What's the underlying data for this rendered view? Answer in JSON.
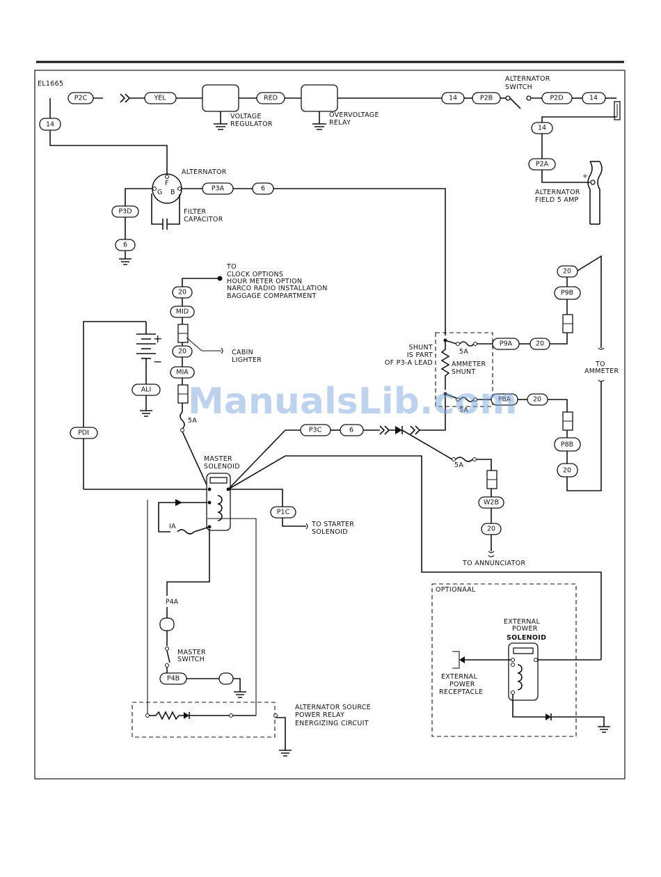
{
  "figure_id": "EL1665",
  "watermark": "ManualsLib.com",
  "components": {
    "voltage_regulator": [
      "VOLTAGE",
      "REGULATOR"
    ],
    "overvoltage_relay": [
      "OVERVOLTAGE",
      "RELAY"
    ],
    "alternator_switch": [
      "ALTERNATOR",
      "SWITCH"
    ],
    "alternator": "ALTERNATOR",
    "alternator_terminals": [
      "F",
      "G",
      "B"
    ],
    "filter_capacitor": [
      "FILTER",
      "CAPACITOR"
    ],
    "alternator_field": [
      "ALTERNATOR",
      "FIELD 5 AMP"
    ],
    "clock_options": [
      "TO",
      "CLOCK OPTIONS",
      "HOUR METER OPTION",
      "NARCO RADIO INSTALLATION",
      "BAGGAGE COMPARTMENT"
    ],
    "cabin_lighter": [
      "CABIN",
      "LIGHTER"
    ],
    "shunt_note": [
      "SHUNT",
      "IS PART",
      "OF P3-A LEAD"
    ],
    "ammeter_shunt": [
      "AMMETER",
      "SHUNT"
    ],
    "to_ammeter": [
      "TO",
      "AMMETER"
    ],
    "master_solenoid": [
      "MASTER",
      "SOLENOID"
    ],
    "to_starter": [
      "TO STARTER",
      "SOLENOID"
    ],
    "to_annunciator": "TO ANNUNCIATOR",
    "master_switch": [
      "MASTER",
      "SWITCH"
    ],
    "optional": "OPTIONAAL",
    "external_solenoid": [
      "EXTERNAL",
      "POWER",
      "SOLENOID"
    ],
    "external_receptacle": [
      "EXTERNAL",
      "POWER",
      "RECEPTACLE"
    ],
    "source_relay": [
      "ALTERNATOR SOURCE",
      "POWER RELAY",
      "ENERGIZING CIRCUIT"
    ],
    "battery_plus": "+",
    "battery_minus": "−",
    "field_plus": "+"
  },
  "wire_tags": {
    "p2c": "P2C",
    "yel": "YEL",
    "red": "RED",
    "w14a": "14",
    "p2b": "P2B",
    "p2d": "P2D",
    "w14b": "14",
    "w14c": "14",
    "w14d": "14",
    "p2a": "P2A",
    "p3a": "P3A",
    "w6a": "6",
    "p3d": "P3D",
    "w6b": "6",
    "w20a": "20",
    "mid": "MID",
    "w20b": "20",
    "mia": "MIA",
    "ali": "ALI",
    "pdi": "PDI",
    "w20c": "20",
    "p9b": "P9B",
    "p9a": "P9A",
    "w20d": "20",
    "p8a": "P8A",
    "w20e": "20",
    "p8b": "P8B",
    "w20f": "20",
    "p3c": "P3C",
    "w6c": "6",
    "w2b": "W2B",
    "w20g": "20",
    "p1c": "P1C",
    "p4a": "P4A",
    "p4b": "P4B"
  },
  "fuse_labels": {
    "mia_fuse": "5A",
    "p9a_fuse": "5A",
    "p8a_fuse": "5A",
    "w2b_fuse": "5A",
    "coil_fuse": "IA"
  }
}
